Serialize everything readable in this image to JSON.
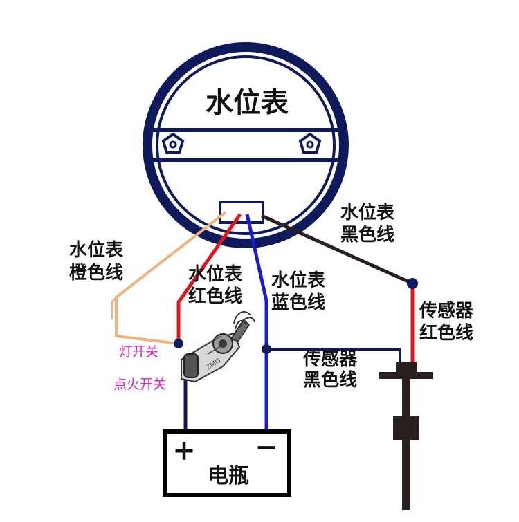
{
  "gauge": {
    "title": "水位表"
  },
  "labels": {
    "orange_wire": [
      "水位表",
      "橙色线"
    ],
    "red_wire": [
      "水位表",
      "红色线"
    ],
    "blue_wire": [
      "水位表",
      "蓝色线"
    ],
    "black_wire": [
      "水位表",
      "黑色线"
    ],
    "sensor_red": [
      "传感器",
      "红色线"
    ],
    "sensor_black": [
      "传感器",
      "黑色线"
    ],
    "light_switch": "灯开关",
    "ignition_switch": "点火开关"
  },
  "battery": {
    "label": "电瓶",
    "plus": "+",
    "minus": "−"
  },
  "colors": {
    "navy": "#0f1a5c",
    "red": "#e8101a",
    "blue": "#1a1ad8",
    "orange": "#f2b27e",
    "black_wire": "#2a1f1f",
    "magenta": "#e020c0"
  }
}
